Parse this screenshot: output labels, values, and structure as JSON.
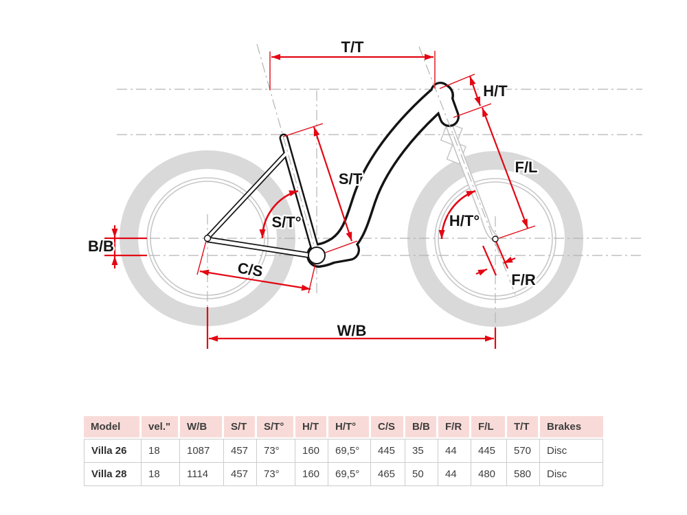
{
  "diagram": {
    "labels": {
      "tt": "T/T",
      "ht": "H/T",
      "st": "S/T",
      "fl": "F/L",
      "st_angle": "S/T°",
      "ht_angle": "H/T°",
      "bb": "B/B",
      "cs": "C/S",
      "fr": "F/R",
      "wb": "W/B"
    },
    "colors": {
      "dimension_red": "#e30613",
      "frame_black": "#141414",
      "tire_gray": "#d9d9d9",
      "rim_gray": "#c7c7c7",
      "guide_gray": "#b3b3b3",
      "fork_gray": "#c6c6c6"
    }
  },
  "table": {
    "headers": [
      "Model",
      "vel.\"",
      "W/B",
      "S/T",
      "S/T°",
      "H/T",
      "H/T°",
      "C/S",
      "B/B",
      "F/R",
      "F/L",
      "T/T",
      "Brakes"
    ],
    "rows": [
      [
        "Villa 26",
        "18",
        "1087",
        "457",
        "73°",
        "160",
        "69,5°",
        "445",
        "35",
        "44",
        "445",
        "570",
        "Disc"
      ],
      [
        "Villa 28",
        "18",
        "1114",
        "457",
        "73°",
        "160",
        "69,5°",
        "465",
        "50",
        "44",
        "480",
        "580",
        "Disc"
      ]
    ],
    "header_bg": "#f8dbd8",
    "border_color": "#cccccc"
  }
}
